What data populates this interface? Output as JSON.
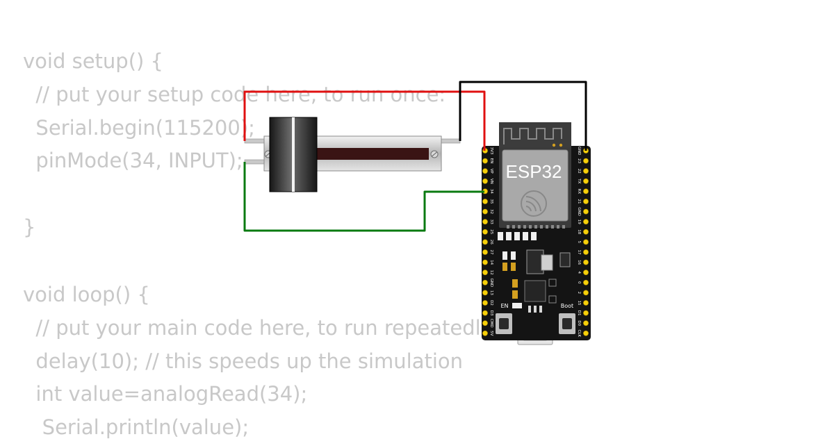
{
  "code_lines": [
    "void setup() {",
    "  // put your setup code here, to run once:",
    "  Serial.begin(115200);",
    "  pinMode(34, INPUT);",
    "}",
    "void loop() {",
    "  // put your main code here, to run repeatedly:",
    "  delay(10); // this speeds up the simulation",
    "  int value=analogRead(34);",
    "   Serial.println(value);"
  ],
  "board": {
    "module_label": "ESP32",
    "button_en": "EN",
    "button_boot": "Boot",
    "left_pins": [
      "3V3",
      "EN",
      "VP",
      "VN",
      "34",
      "35",
      "32",
      "33",
      "25",
      "26",
      "27",
      "14",
      "12",
      "GND",
      "13",
      "D2",
      "D3",
      "CMD",
      "5V"
    ],
    "right_pins": [
      "GND",
      "23",
      "22",
      "TX",
      "RX",
      "21",
      "GND",
      "19",
      "18",
      "5",
      "17",
      "16",
      "4",
      "0",
      "2",
      "15",
      "D1",
      "D0",
      "CLK"
    ]
  },
  "wires": [
    {
      "name": "power-wire",
      "color": "#e01010"
    },
    {
      "name": "ground-wire",
      "color": "#000000"
    },
    {
      "name": "signal-wire",
      "color": "#0a7a10"
    }
  ]
}
